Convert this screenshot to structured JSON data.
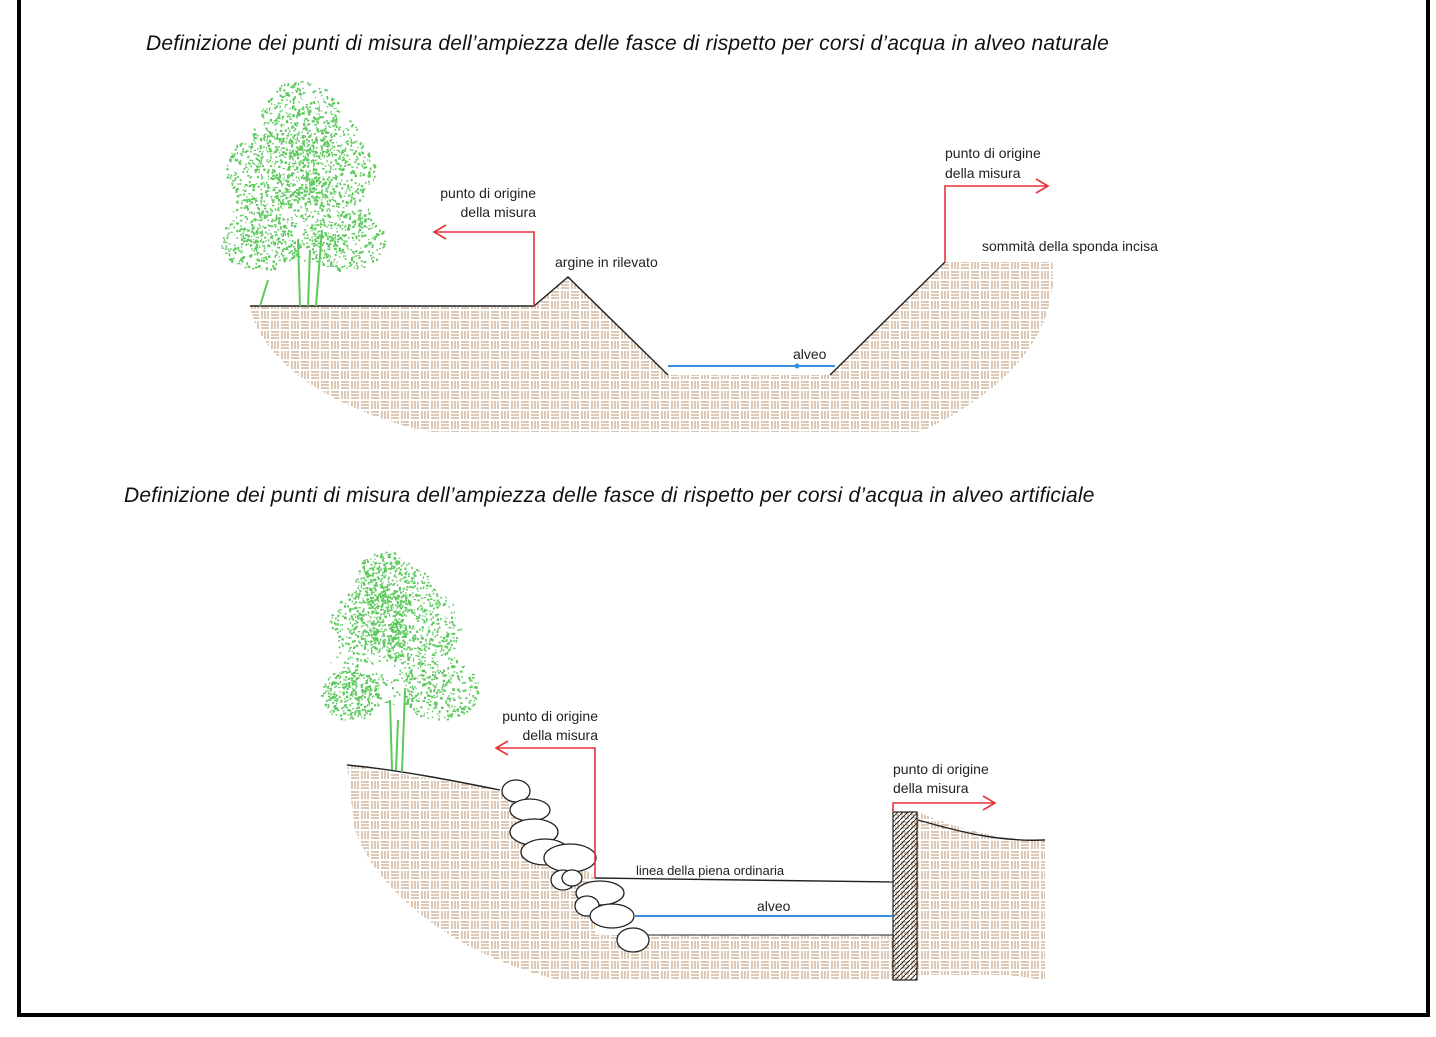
{
  "diagram_top": {
    "title": "Definizione dei punti di misura dell’ampiezza delle fasce di rispetto per corsi d’acqua in alveo naturale",
    "origin_left": [
      "punto di origine",
      "della misura"
    ],
    "origin_right": [
      "punto di origine",
      "della misura"
    ],
    "embankment_label": "argine in rilevato",
    "bank_label": "sommità della sponda incisa",
    "riverbed_label": "alveo"
  },
  "diagram_bottom": {
    "title": "Definizione dei punti di misura dell’ampiezza delle fasce di rispetto per corsi d’acqua in alveo artificiale",
    "origin_left": [
      "punto di origine",
      "della misura"
    ],
    "origin_right": [
      "punto di origine",
      "della misura"
    ],
    "flood_line_label": "linea della piena ordinaria",
    "riverbed_label": "alveo"
  },
  "colors": {
    "soil": "#b9916a",
    "water": "#3a8fe0",
    "origin_arrow": "#e8323a",
    "tree": "#5cc95c",
    "outline": "#222222"
  }
}
